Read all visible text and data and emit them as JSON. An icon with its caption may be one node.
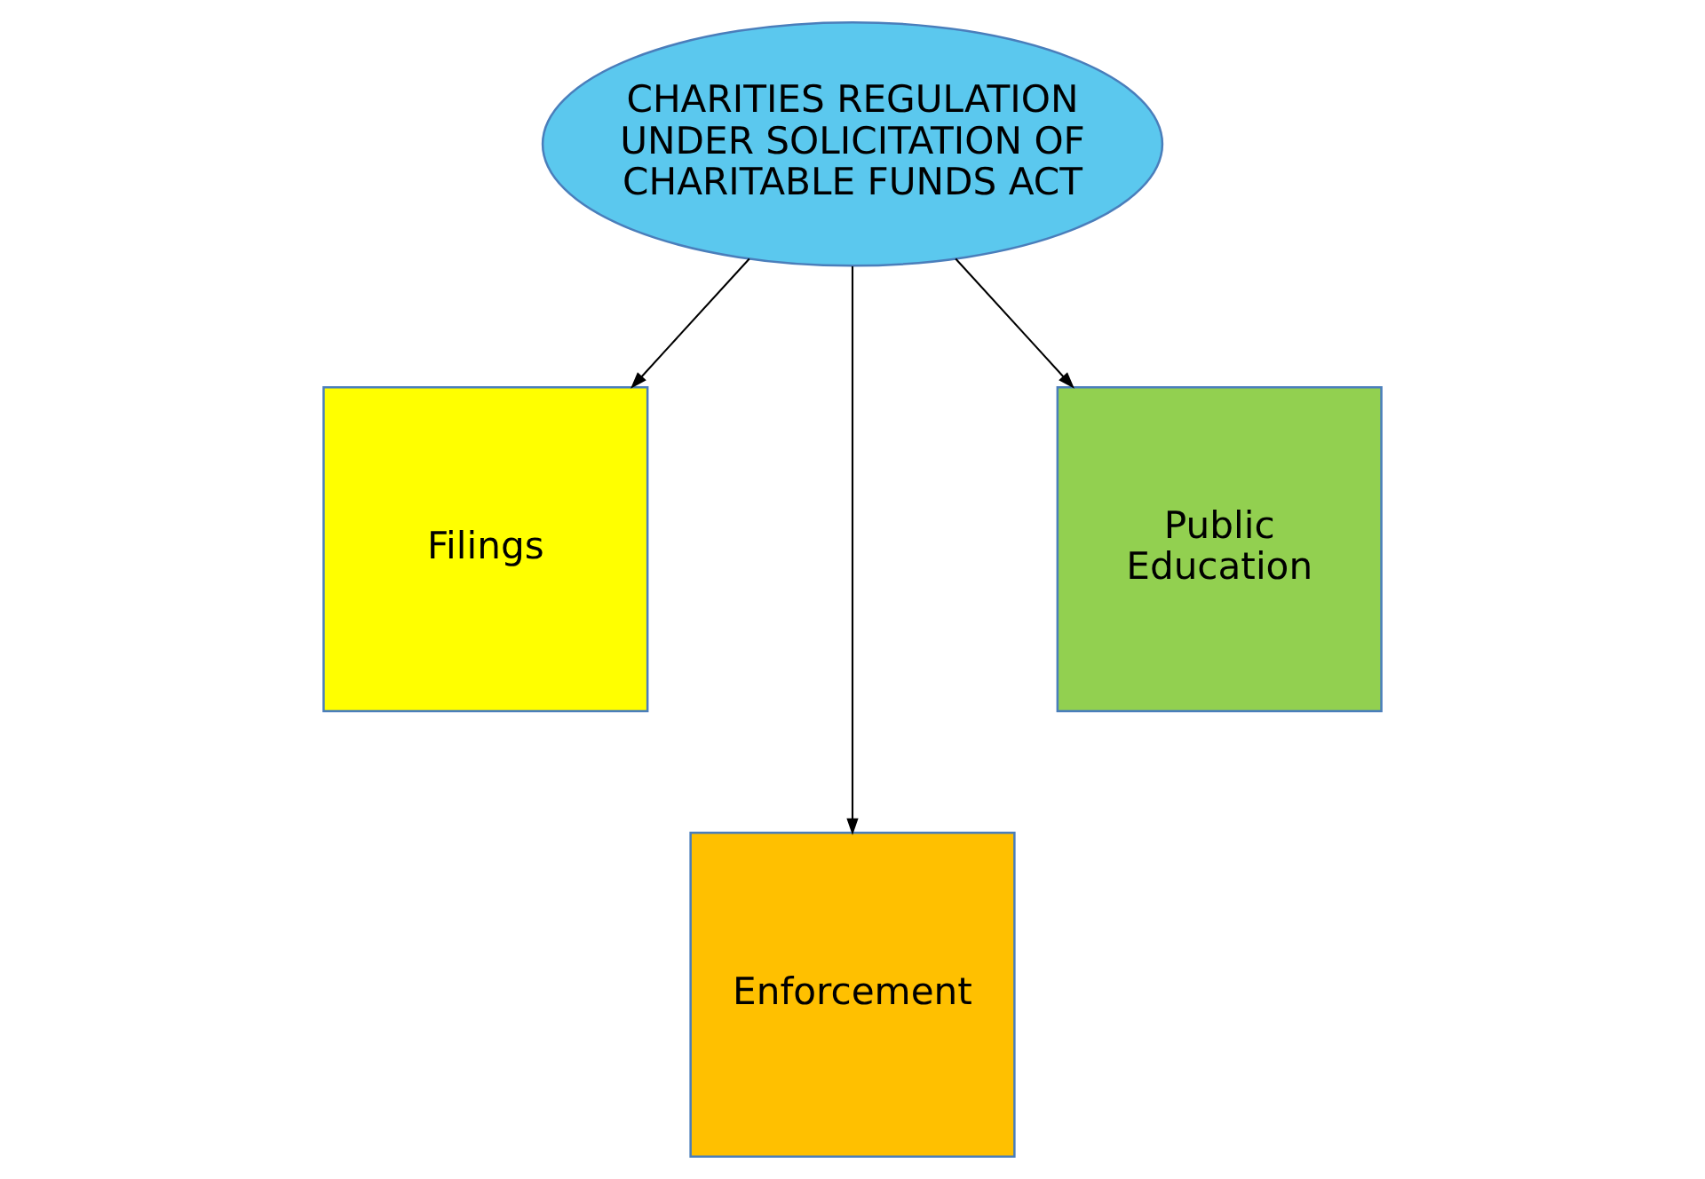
{
  "diagram": {
    "nodes": [
      {
        "text": [
          "CHARITIES REGULATION UNDER SOLICITATION OF CHARITABLE FUNDS ACT"
        ]
      },
      {
        "text": [
          "Filings"
        ]
      },
      {
        "text": [
          "Enforcement"
        ]
      },
      {
        "text": [
          "Public Education"
        ]
      }
    ],
    "edges": [
      {
        "from": 0,
        "to": 1,
        "arrow": "to"
      },
      {
        "from": 0,
        "to": 2,
        "arrow": "to"
      },
      {
        "from": 0,
        "to": 3,
        "arrow": "to"
      }
    ]
  }
}
